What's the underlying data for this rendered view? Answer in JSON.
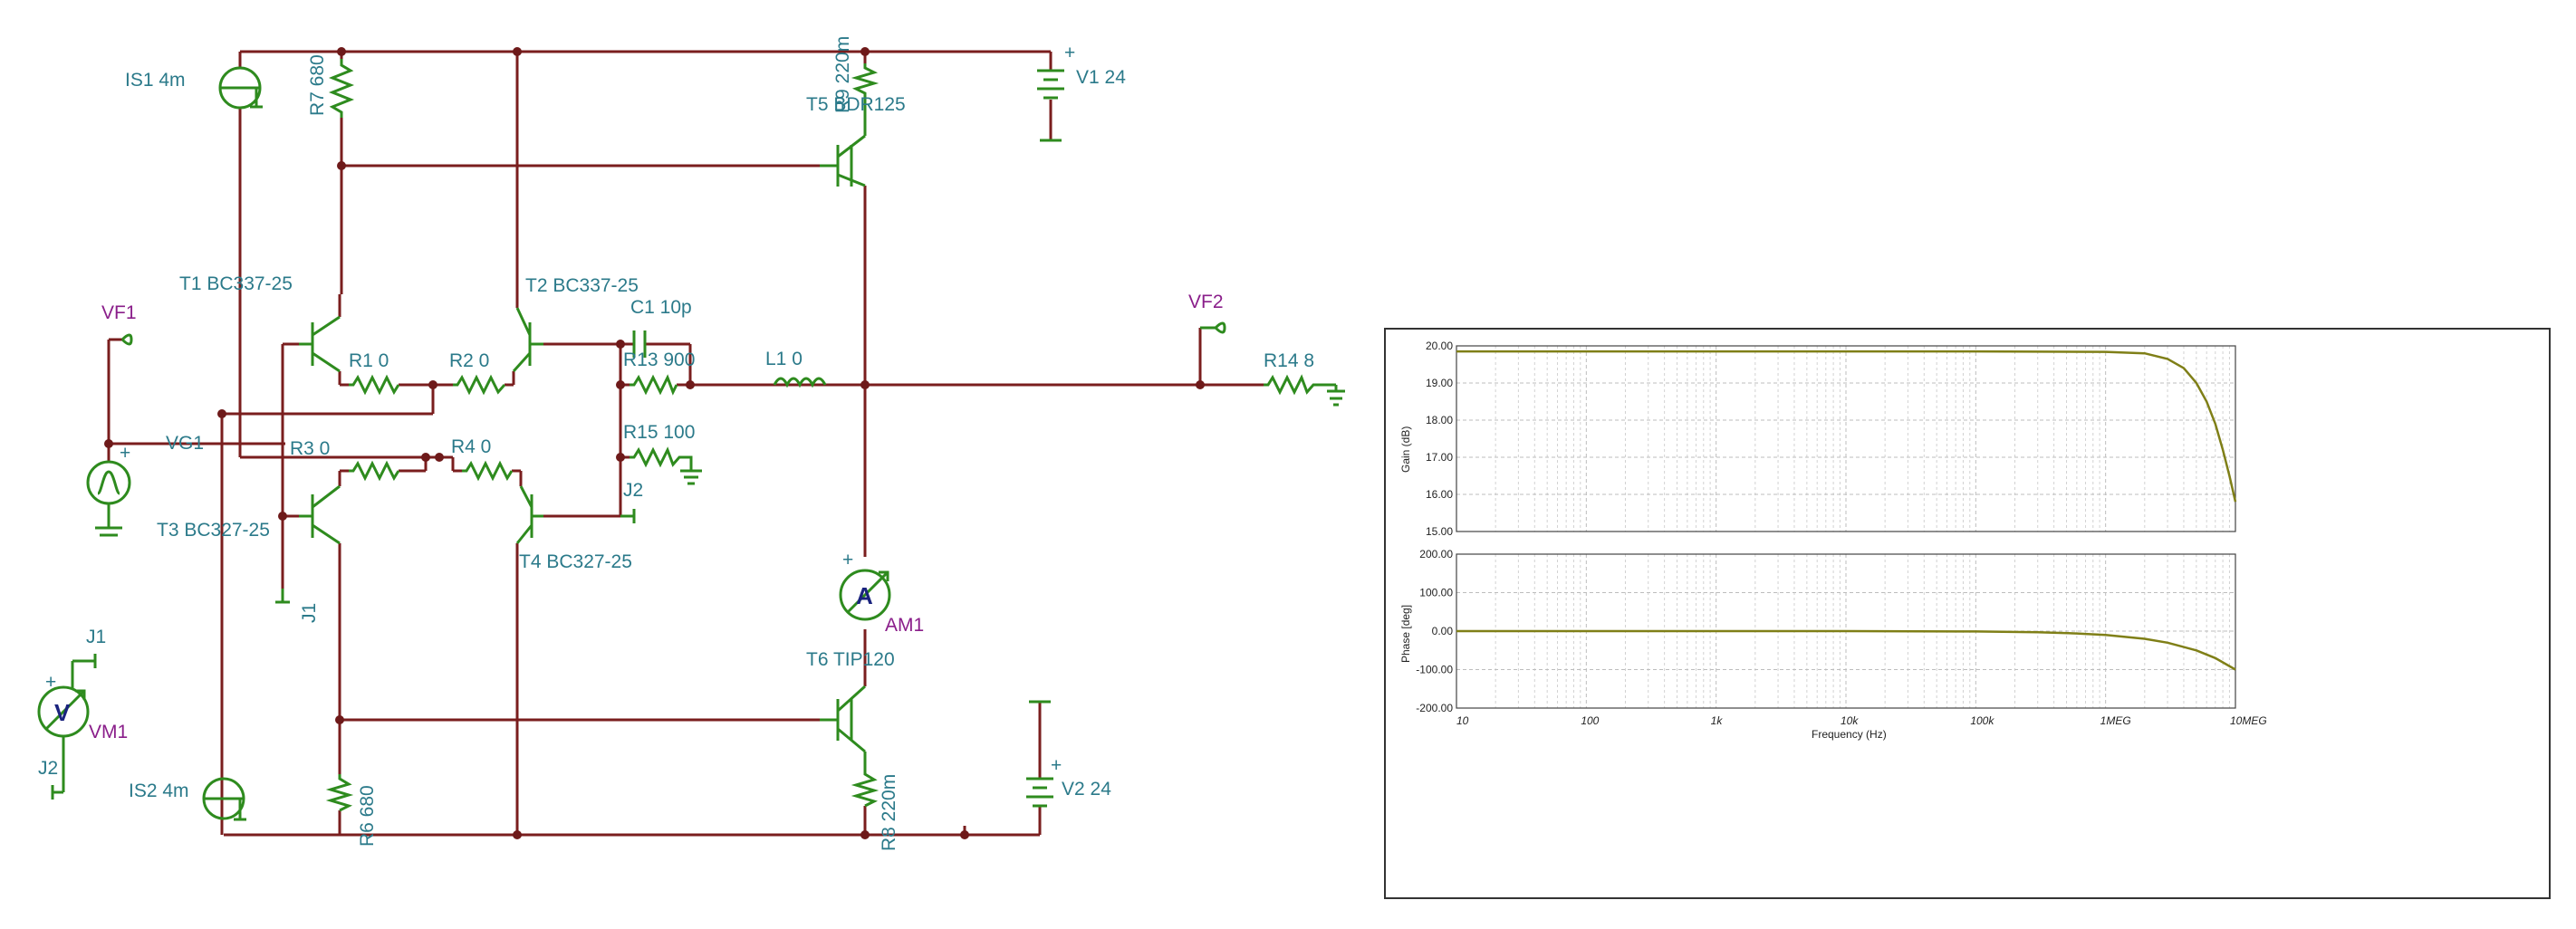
{
  "schematic": {
    "labels": {
      "is1": "IS1 4m",
      "r7": "R7 680",
      "r9": "R9 220m",
      "t5": "T5 BDR125",
      "v1": "V1 24",
      "plus": "+",
      "t1": "T1 BC337-25",
      "t2": "T2 BC337-25",
      "c1": "C1 10p",
      "vf1": "VF1",
      "vf2": "VF2",
      "r1": "R1 0",
      "r2": "R2 0",
      "r13": "R13 900",
      "l1": "L1 0",
      "r14": "R14 8",
      "vg1": "VG1",
      "r3": "R3 0",
      "r4": "R4 0",
      "r15": "R15 100",
      "j2_mid": "J2",
      "t3": "T3 BC327-25",
      "t4": "T4 BC327-25",
      "j1_mid": "J1",
      "am1": "AM1",
      "ammeter": "A",
      "t6": "T6 TIP120",
      "j1": "J1",
      "j2": "J2",
      "vm1": "VM1",
      "voltmeter": "V",
      "is2": "IS2 4m",
      "r6": "R6 680",
      "r8": "R8 220m",
      "v2": "V2 24"
    }
  },
  "plot": {
    "gain_ylabel": "Gain (dB)",
    "phase_ylabel": "Phase [deg]",
    "xlabel": "Frequency (Hz)",
    "gain_ticks": [
      "20.00",
      "19.00",
      "18.00",
      "17.00",
      "16.00",
      "15.00"
    ],
    "phase_ticks": [
      "200.00",
      "100.00",
      "0.00",
      "-100.00",
      "-200.00"
    ],
    "x_ticks": [
      "10",
      "100",
      "1k",
      "10k",
      "100k",
      "1MEG",
      "10MEG"
    ]
  },
  "chart_data": [
    {
      "type": "line",
      "title": "",
      "xlabel": "Frequency (Hz)",
      "ylabel": "Gain (dB)",
      "x_scale": "log",
      "xlim": [
        10,
        10000000
      ],
      "ylim": [
        15,
        20
      ],
      "grid": true,
      "series": [
        {
          "x": [
            10,
            100,
            1000,
            10000,
            100000,
            1000000,
            2000000,
            3000000,
            4000000,
            5000000,
            6000000,
            7000000,
            8000000,
            9000000,
            10000000
          ],
          "y": [
            19.85,
            19.85,
            19.85,
            19.85,
            19.85,
            19.84,
            19.8,
            19.65,
            19.4,
            19.0,
            18.5,
            17.9,
            17.2,
            16.5,
            15.8
          ],
          "color": "#7f7f17"
        }
      ]
    },
    {
      "type": "line",
      "title": "",
      "xlabel": "Frequency (Hz)",
      "ylabel": "Phase [deg]",
      "x_scale": "log",
      "xlim": [
        10,
        10000000
      ],
      "ylim": [
        -200,
        200
      ],
      "grid": true,
      "series": [
        {
          "x": [
            10,
            100,
            1000,
            10000,
            100000,
            300000,
            600000,
            1000000,
            2000000,
            3000000,
            5000000,
            7000000,
            10000000
          ],
          "y": [
            0,
            0,
            0,
            0,
            -1,
            -3,
            -6,
            -10,
            -20,
            -30,
            -50,
            -70,
            -100
          ],
          "color": "#7f7f17"
        }
      ]
    }
  ]
}
